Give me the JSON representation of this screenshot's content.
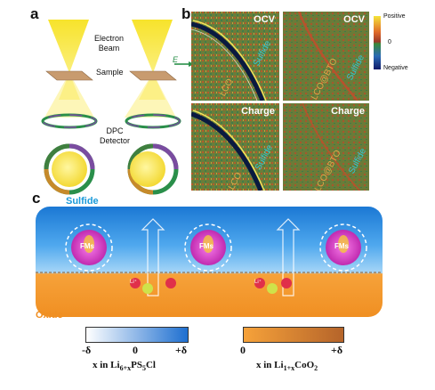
{
  "panel_a": {
    "letter": "a",
    "electron_beam": "Electron\nBeam",
    "sample": "Sample",
    "e_symbol": "E",
    "detector": "DPC\nDetector"
  },
  "panel_b": {
    "letter": "b",
    "maps": [
      {
        "title": "OCV",
        "labels": [
          "Sulfide",
          "LCO"
        ]
      },
      {
        "title": "OCV",
        "labels": [
          "Sulfide",
          "LCO@BTO"
        ]
      },
      {
        "title": "Charge",
        "labels": [
          "Sulfide",
          "LCO"
        ]
      },
      {
        "title": "Charge",
        "labels": [
          "Sulfide",
          "LCO@BTO"
        ]
      }
    ],
    "colorbar": {
      "top": "Positive",
      "middle": "0",
      "bottom": "Negative"
    }
  },
  "panel_c": {
    "letter": "c",
    "sulfide_label": "Sulfide",
    "oxide_label": "Oxide",
    "fm_label": "FMs",
    "li_ion": "Li⁺",
    "colors": {
      "sulfide_top": "#1d7fd6",
      "oxide": "#f39a2c",
      "fm": "#e04ccd"
    },
    "scale_left": {
      "ticks": [
        "-δ",
        "0",
        "+δ"
      ],
      "title_parts": [
        "x in Li",
        "6+x",
        "PS",
        "5",
        "Cl"
      ]
    },
    "scale_right": {
      "ticks": [
        "0",
        "+δ"
      ],
      "title_parts": [
        "x in Li",
        "1+x",
        "CoO",
        "2",
        ""
      ]
    }
  }
}
